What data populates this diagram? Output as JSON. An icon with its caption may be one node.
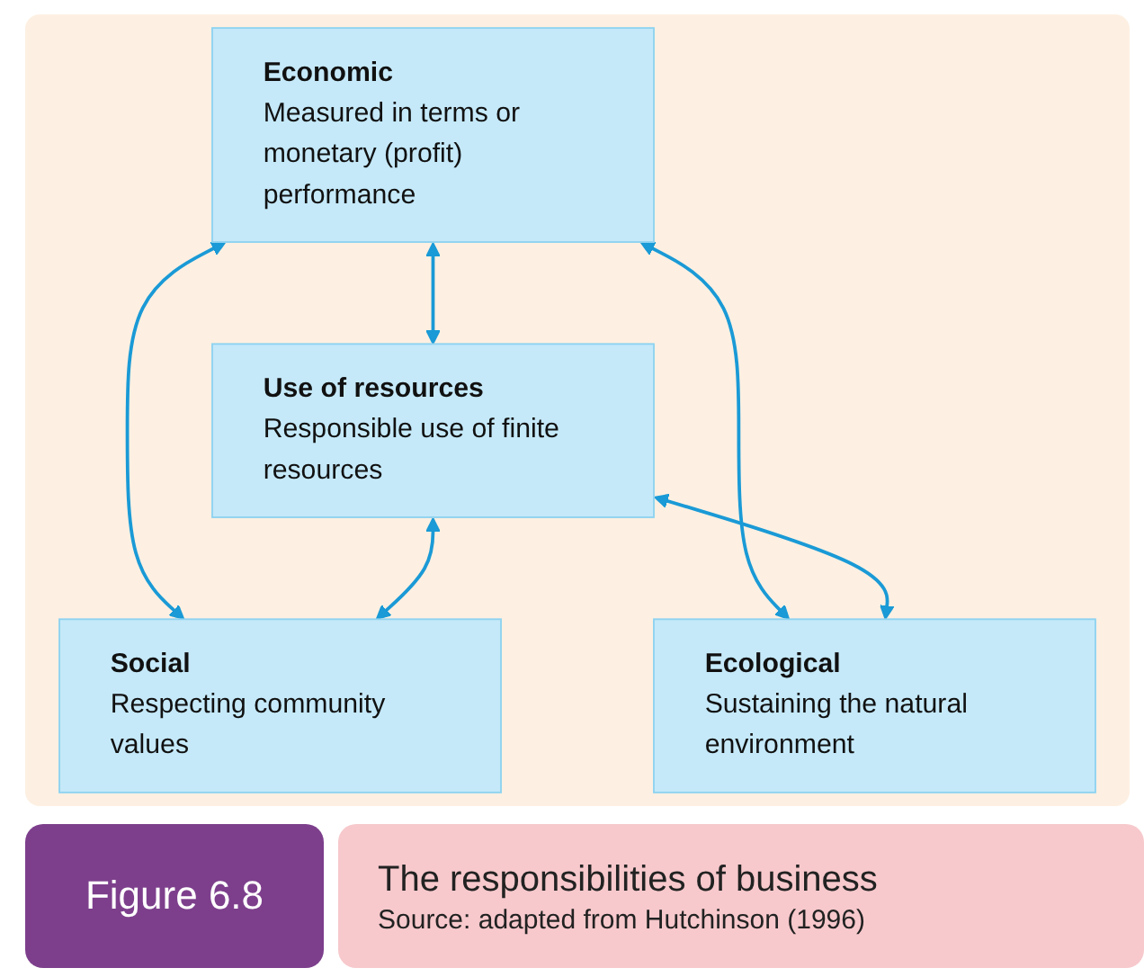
{
  "diagram": {
    "caption": "The responsibilities of business",
    "nodes": [
      {
        "text": [
          "Economic",
          "Measured in terms or monetary (profit) performance"
        ]
      },
      {
        "text": [
          "Use of resources",
          "Responsible use of finite resources"
        ]
      },
      {
        "text": [
          "Social",
          "Respecting community values"
        ]
      },
      {
        "text": [
          "Ecological",
          "Sustaining the natural environment"
        ]
      }
    ],
    "edges": [
      {
        "from": 0,
        "to": 1,
        "arrow": "both"
      },
      {
        "from": 0,
        "to": 2,
        "arrow": "both"
      },
      {
        "from": 0,
        "to": 3,
        "arrow": "both"
      },
      {
        "from": 1,
        "to": 2,
        "arrow": "both"
      },
      {
        "from": 1,
        "to": 3,
        "arrow": "both"
      }
    ],
    "labels": [
      "Figure 6.8",
      "Source: adapted from Hutchinson (1996)"
    ]
  }
}
